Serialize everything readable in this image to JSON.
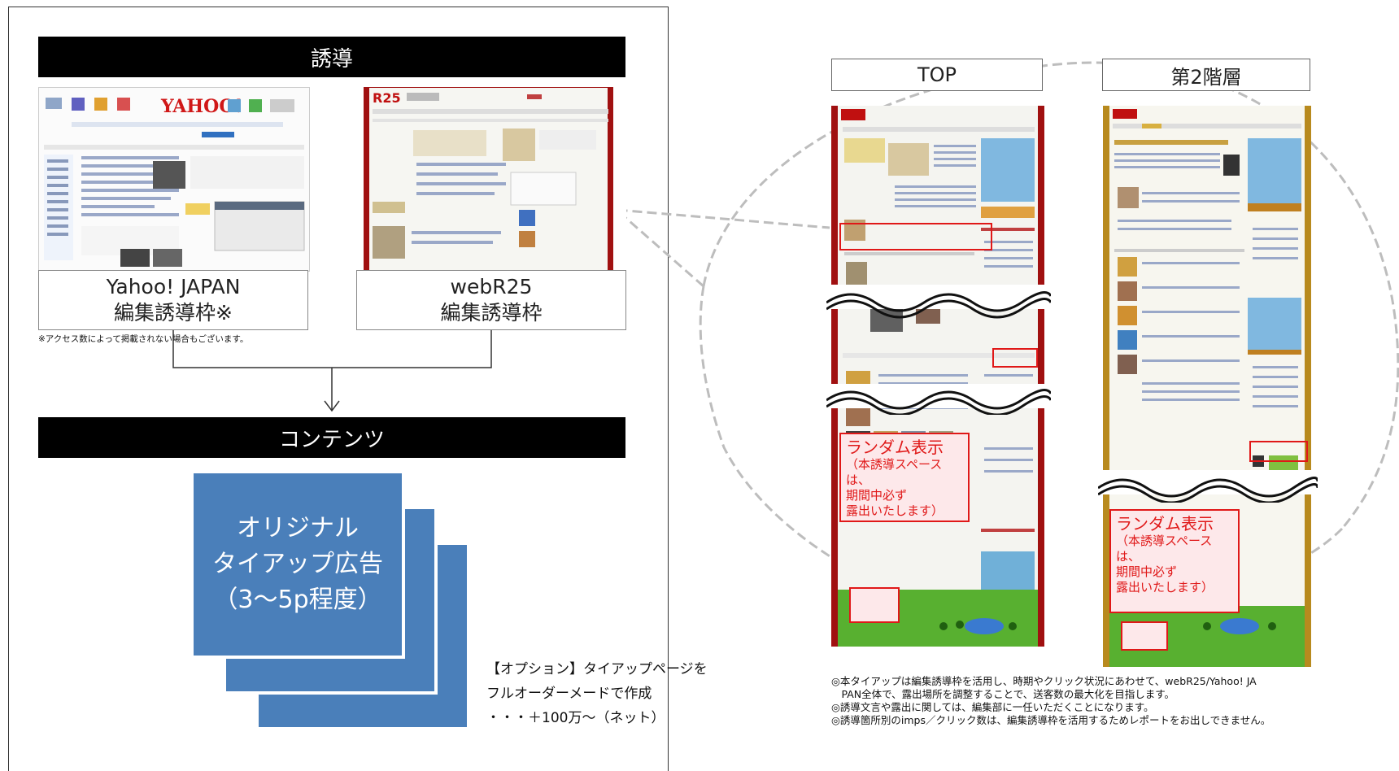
{
  "left": {
    "induction_header": "誘導",
    "yahoo": {
      "line1": "Yahoo! JAPAN",
      "line2": "編集誘導枠※",
      "logo": "YAHOO!"
    },
    "webr25": {
      "line1": "webR25",
      "line2": "編集誘導枠",
      "logo": "R25"
    },
    "note": "※アクセス数によって掲載されない場合もございます。",
    "contents_header": "コンテンツ",
    "card": {
      "line1": "オリジナル",
      "line2": "タイアップ広告",
      "line3": "（3～5p程度）"
    },
    "option": {
      "line1": "【オプション】タイアップページを",
      "line2": "フルオーダーメードで作成",
      "line3": "・・・＋100万～（ネット）"
    }
  },
  "right": {
    "col_top": "TOP",
    "col_l2": "第2階層",
    "random_title": "ランダム表示",
    "random_sub1": "（本誘導スペースは、",
    "random_sub2": "期間中必ず",
    "random_sub3": "露出いたします）",
    "footnotes": [
      "◎本タイアップは編集誘導枠を活用し、時期やクリック状況にあわせて、webR25/Yahoo! JA",
      "　PAN全体で、露出場所を調整することで、送客数の最大化を目指します。",
      "◎誘導文言や露出に関しては、編集部に一任いただくことになります。",
      "◎誘導箇所別のimps／クリック数は、編集誘導枠を活用するためレポートをお出しできません。"
    ]
  },
  "colors": {
    "black_bar": "#000000",
    "card_blue": "#4a7fba",
    "highlight_red": "#e01818",
    "r25_red": "#a01010",
    "l2_gold": "#b88a1e"
  }
}
